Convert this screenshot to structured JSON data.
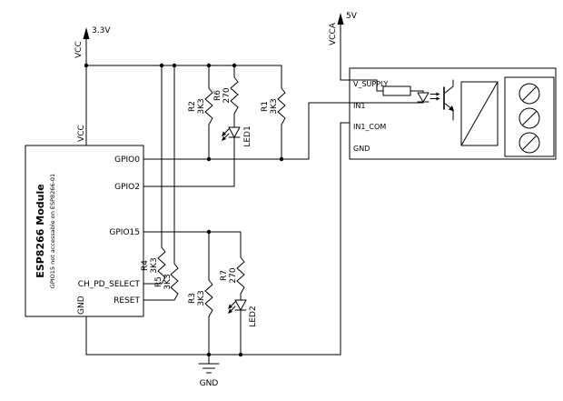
{
  "supplies": {
    "vcc": {
      "name": "VCC",
      "voltage": "3.3V"
    },
    "vcca": {
      "name": "VCCA",
      "voltage": "5V"
    }
  },
  "esp": {
    "title": "ESP8266 Module",
    "note": "GPIO15 not accessable on ESP8266-01",
    "pins": {
      "vcc": "VCC",
      "gpio0": "GPIO0",
      "gpio2": "GPIO2",
      "gpio15": "GPIO15",
      "ch_pd": "CH_PD_SELECT",
      "reset": "RESET",
      "gnd": "GND"
    }
  },
  "resistors": {
    "r1": {
      "name": "R1",
      "value": "3K3"
    },
    "r2": {
      "name": "R2",
      "value": "3K3"
    },
    "r3": {
      "name": "R3",
      "value": "3K3"
    },
    "r4": {
      "name": "R4",
      "value": "3K3"
    },
    "r5": {
      "name": "R5",
      "value": "3K3"
    },
    "r6": {
      "name": "R6",
      "value": "270"
    },
    "r7": {
      "name": "R7",
      "value": "270"
    }
  },
  "leds": {
    "led1": "LED1",
    "led2": "LED2"
  },
  "relay": {
    "pins": {
      "v_supply": "V_SUPPLY",
      "in1": "IN1",
      "in1_com": "IN1_COM",
      "gnd": "GND"
    }
  },
  "ground": {
    "label": "GND"
  },
  "colors": {
    "wire": "#000000",
    "background": "#ffffff"
  }
}
